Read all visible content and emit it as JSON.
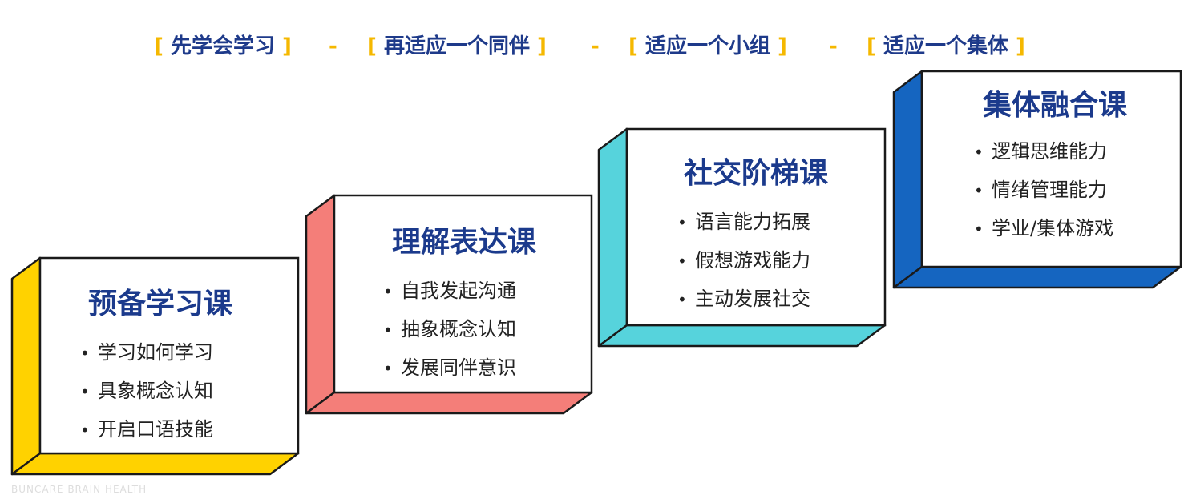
{
  "header": {
    "stages": [
      "先学会学习",
      "再适应一个同伴",
      "适应一个小组",
      "适应一个集体"
    ],
    "bracket_open": "[",
    "bracket_close": "]",
    "separator": "-"
  },
  "cards": [
    {
      "title": "预备学习课",
      "items": [
        "学习如何学习",
        "具象概念认知",
        "开启口语技能"
      ],
      "color": "#ffd200"
    },
    {
      "title": "理解表达课",
      "items": [
        "自我发起沟通",
        "抽象概念认知",
        "发展同伴意识"
      ],
      "color": "#f47e79"
    },
    {
      "title": "社交阶梯课",
      "items": [
        "语言能力拓展",
        "假想游戏能力",
        "主动发展社交"
      ],
      "color": "#56d3dc"
    },
    {
      "title": "集体融合课",
      "items": [
        "逻辑思维能力",
        "情绪管理能力",
        "学业/集体游戏"
      ],
      "color": "#1565c0"
    }
  ],
  "bullet": "•",
  "colors": {
    "title_text": "#1b3a8c",
    "header_text": "#1e3a8a",
    "bracket": "#f5b800",
    "outline": "#1a1a1a"
  },
  "watermark": "BUNCARE BRAIN HEALTH"
}
